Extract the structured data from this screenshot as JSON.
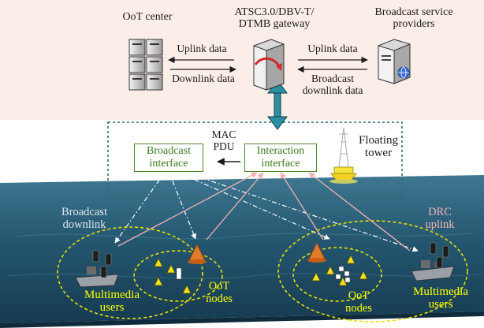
{
  "top": {
    "oot_center": "OoT center",
    "gateway": [
      "ATSC3.0/DBV-T/",
      "DTMB gateway"
    ],
    "providers": [
      "Broadcast service",
      "providers"
    ],
    "uplink_left": "Uplink data",
    "downlink_left": "Downlink data",
    "uplink_right": "Uplink data",
    "downlink_right": [
      "Broadcast",
      "downlink data"
    ]
  },
  "tower_zone": {
    "mac_pdu": [
      "MAC",
      "PDU"
    ],
    "broadcast_interface": [
      "Broadcast",
      "interface"
    ],
    "interaction_interface": [
      "Interaction",
      "interface"
    ],
    "floating_tower": [
      "Floating",
      "tower"
    ]
  },
  "sea": {
    "broadcast_downlink": [
      "Broadcast",
      "downlink"
    ],
    "drc_uplink": [
      "DRC",
      "uplink"
    ],
    "multimedia_users_left": [
      "Multimedia",
      "users"
    ],
    "oot_nodes_left": [
      "OoT",
      "nodes"
    ],
    "oot_nodes_right": [
      "OoT",
      "nodes"
    ],
    "multimedia_users_right": [
      "Multimedia",
      "users"
    ]
  },
  "colors": {
    "top_background": "#fbeee9",
    "box_border": "#4a8a2a",
    "box_text": "#3a7a1a",
    "dashed_frame": "#2f6b70",
    "double_arrow": "#2a8fa0",
    "uplink_arrows": "#f2b0b0",
    "downlink_arrows": "#ffffff",
    "ellipses": "#e8e000",
    "yellow_labels": "#ffff00",
    "sea": "#1f4f6a"
  },
  "icons": [
    "server-rack-icon",
    "gateway-server-icon",
    "provider-server-icon",
    "floating-tower-icon",
    "ship-icon",
    "buoy-icon",
    "sensor-node-icon"
  ]
}
